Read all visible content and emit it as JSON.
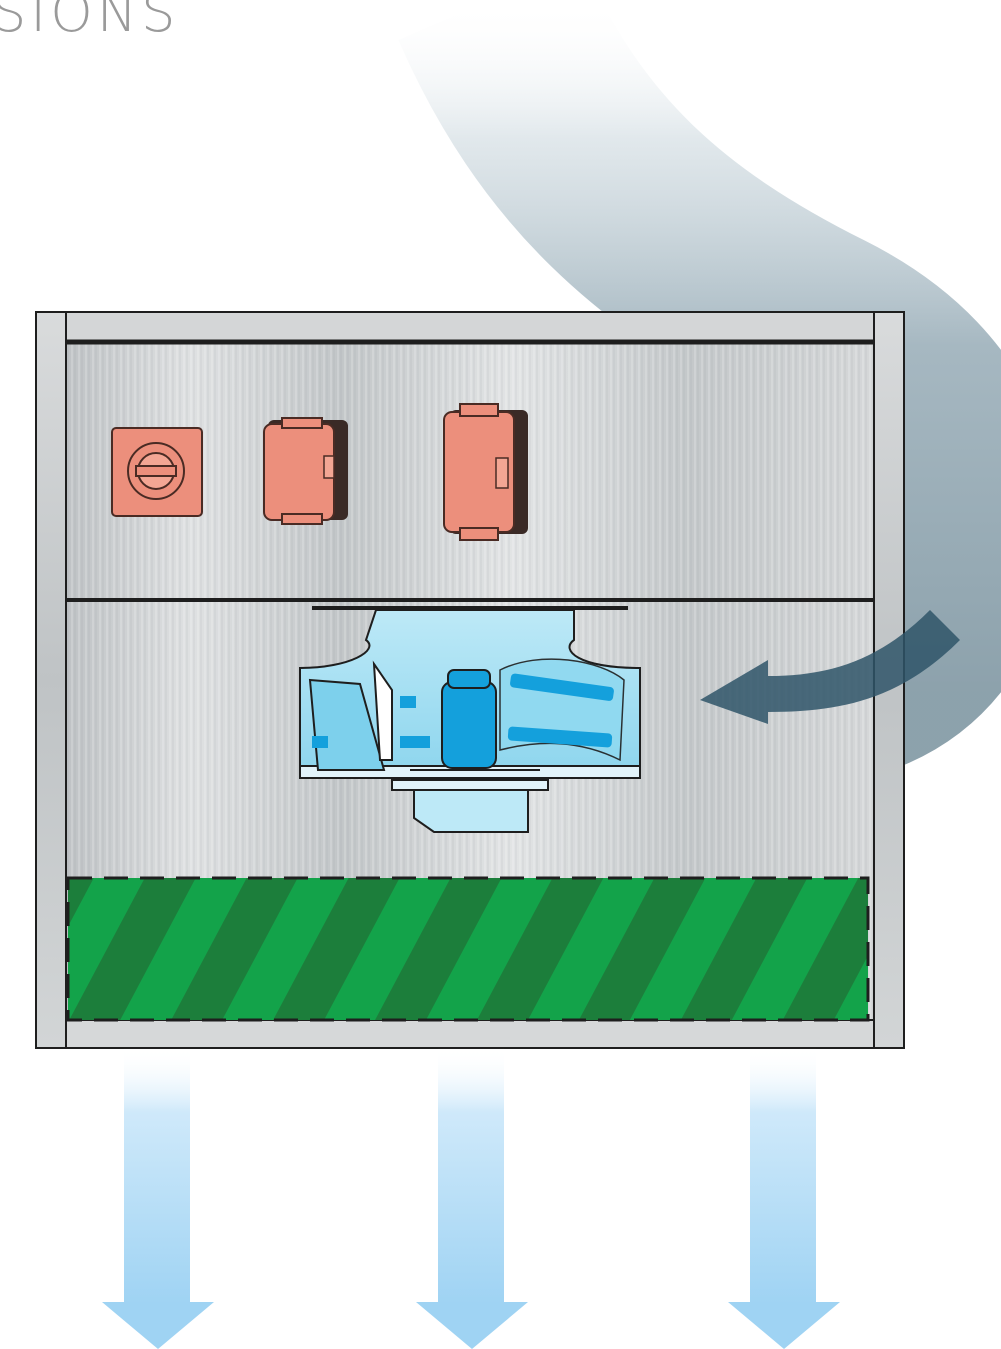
{
  "heading": {
    "text": "SIONS"
  },
  "colors": {
    "panel_metal": "#c9ccce",
    "panel_dark": "#9ea3a6",
    "outline": "#1e1e1e",
    "control_red": "#ec8f7c",
    "fan_blue": "#6fd0ee",
    "fan_blue_dark": "#14a0dc",
    "filter_green_light": "#13a34a",
    "filter_green_dark": "#1c7e3b",
    "airflow_in": "#2f5568",
    "airflow_out": "#a8d8f4"
  },
  "icons": {
    "inlet": "curved-airflow-inlet-arrow",
    "outlet": "downward-airflow-arrow",
    "switch": "rotary-switch-icon",
    "socket": "power-socket-icon",
    "fan": "centrifugal-fan-icon",
    "filter": "hepa-filter-icon"
  }
}
